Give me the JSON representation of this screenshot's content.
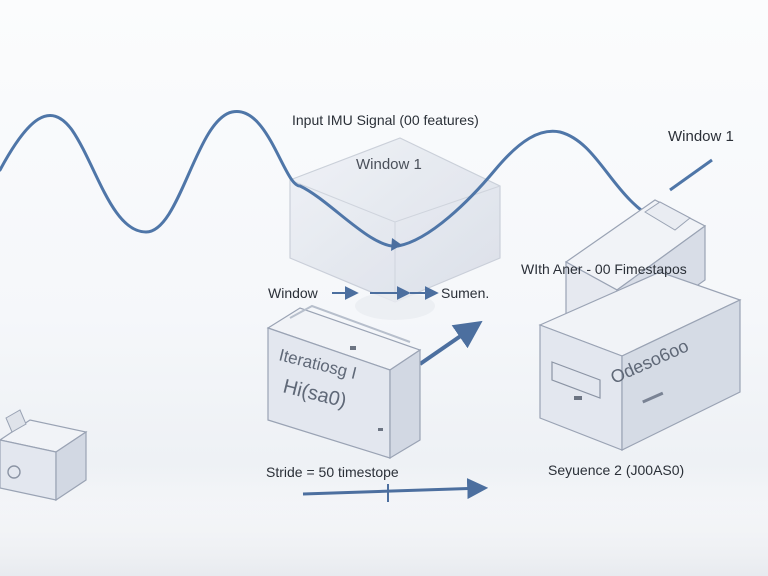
{
  "labels": {
    "input_signal": "Input IMU Signal (00 features)",
    "window_top_right": "Window 1",
    "window_center": "Window 1",
    "window_left": "Window",
    "summary": "Sumen.",
    "with_timesteps": "WIth Aner - 00 Fimestapos",
    "stride": "Stride = 50 timestope",
    "sequence": "Seyuence 2 (J00AS0)",
    "box_left_line1": "Iteratiosg I",
    "box_left_line2": "Hi(sa0)",
    "box_right_text": "Odeso6oo"
  },
  "colors": {
    "signal": "#4f76a8",
    "arrow": "#4c6f9f",
    "box_face": "#e3e7ef",
    "box_top": "#f1f3f7",
    "box_edge": "#9aa3b4"
  }
}
